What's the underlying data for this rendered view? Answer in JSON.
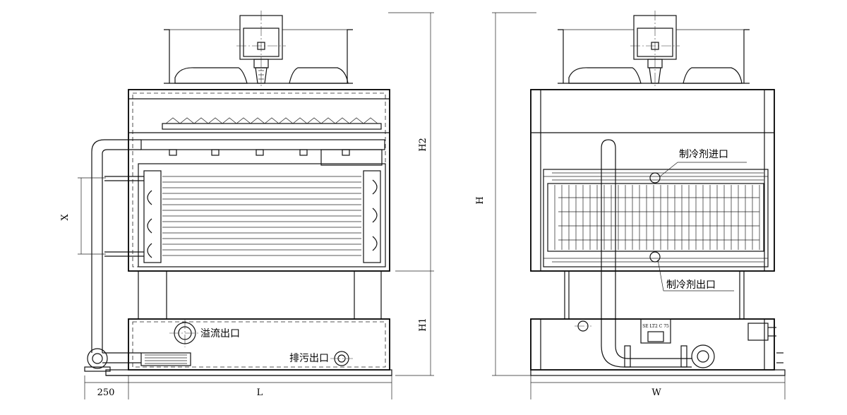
{
  "dimensions": {
    "h": "H",
    "h1": "H1",
    "h2": "H2",
    "l": "L",
    "w": "W",
    "x": "X",
    "offset": "250"
  },
  "labels": {
    "overflow_outlet": "溢流出口",
    "drain_outlet": "排污出口",
    "refrigerant_inlet": "制冷剂进口",
    "refrigerant_outlet": "制冷剂出口",
    "pump_nameplate": "SE LT2 C 75"
  },
  "colors": {
    "line": "#111111",
    "background": "#ffffff"
  }
}
